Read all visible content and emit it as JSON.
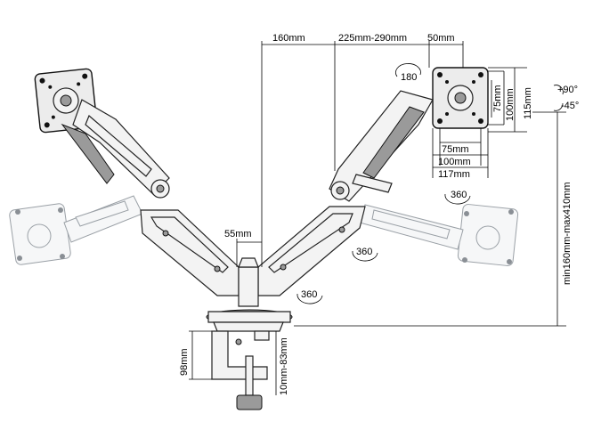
{
  "dimensions": {
    "top_160": "160mm",
    "top_225_290": "225mm-290mm",
    "top_50": "50mm",
    "vesa_75_v": "75mm",
    "vesa_100_v": "100mm",
    "vesa_115_v": "115mm",
    "vesa_75_h": "75mm",
    "vesa_100_h": "100mm",
    "vesa_117_h": "117mm",
    "arm_gap": "55mm",
    "height_range": "min160mm-max410mm",
    "base_98": "98mm",
    "clamp_range": "10mm-83mm"
  },
  "rotations": {
    "r180": "180",
    "r360_top": "360",
    "r360_mid": "360",
    "r360_bottom": "360",
    "tilt_up": "+90°",
    "tilt_down": "-45°"
  },
  "colors": {
    "line": "#000000",
    "part_fill": "#f3f3f3",
    "faint_outline": "#9aa0a6"
  }
}
